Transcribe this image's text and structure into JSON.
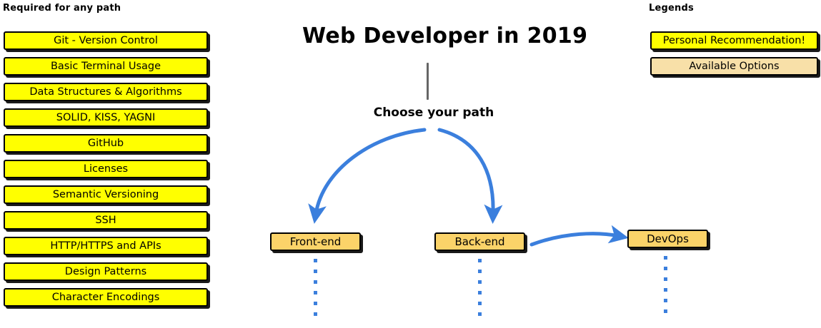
{
  "colors": {
    "recommendation": "#FFFF00",
    "available_option": "#FBD369",
    "legend_available_option": "#F8E0A8",
    "arrow": "#3B7FDD",
    "stem": "#666666",
    "outline": "#000000",
    "background": "#FFFFFF"
  },
  "title": "Web Developer in 2019",
  "required": {
    "heading": "Required for any path",
    "items": [
      {
        "label": "Git - Version Control"
      },
      {
        "label": "Basic Terminal Usage"
      },
      {
        "label": "Data Structures & Algorithms"
      },
      {
        "label": "SOLID, KISS, YAGNI"
      },
      {
        "label": "GitHub"
      },
      {
        "label": "Licenses"
      },
      {
        "label": "Semantic Versioning"
      },
      {
        "label": "SSH"
      },
      {
        "label": "HTTP/HTTPS and APIs"
      },
      {
        "label": "Design Patterns"
      },
      {
        "label": "Character Encodings"
      }
    ]
  },
  "flow": {
    "choose_label": "Choose your path",
    "paths": [
      {
        "label": "Front-end"
      },
      {
        "label": "Back-end"
      },
      {
        "label": "DevOps"
      }
    ],
    "dot_count": 6
  },
  "legends": {
    "heading": "Legends",
    "items": [
      {
        "label": "Personal Recommendation!",
        "fill": "#FFFF00"
      },
      {
        "label": "Available Options",
        "fill": "#F8E0A8"
      }
    ]
  }
}
